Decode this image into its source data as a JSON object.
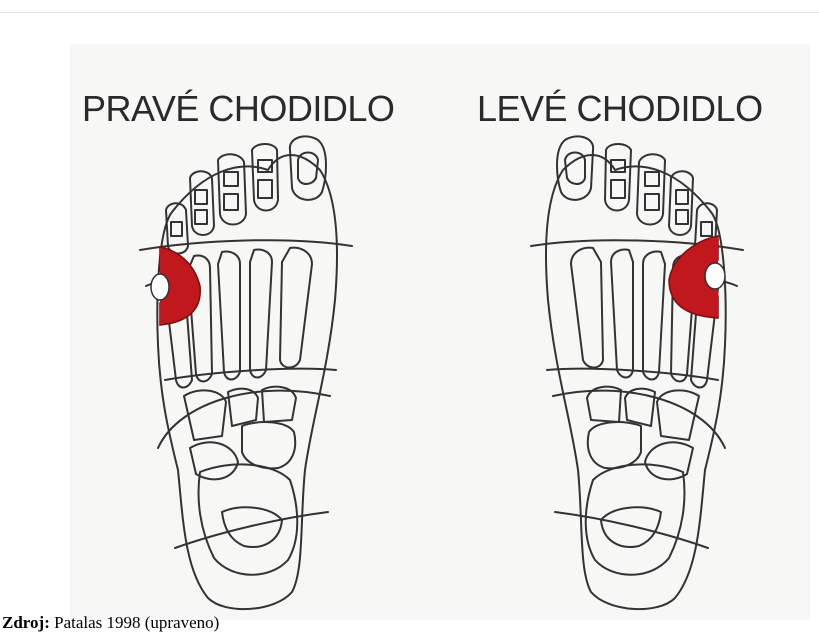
{
  "diagram": {
    "right_foot_title": "PRAVÉ CHODIDLO",
    "left_foot_title": "LEVÉ CHODIDLO",
    "highlight_color": "#c0181c"
  },
  "caption": {
    "label": "Zdroj:",
    "text": "Patalas 1998 (upraveno)"
  }
}
